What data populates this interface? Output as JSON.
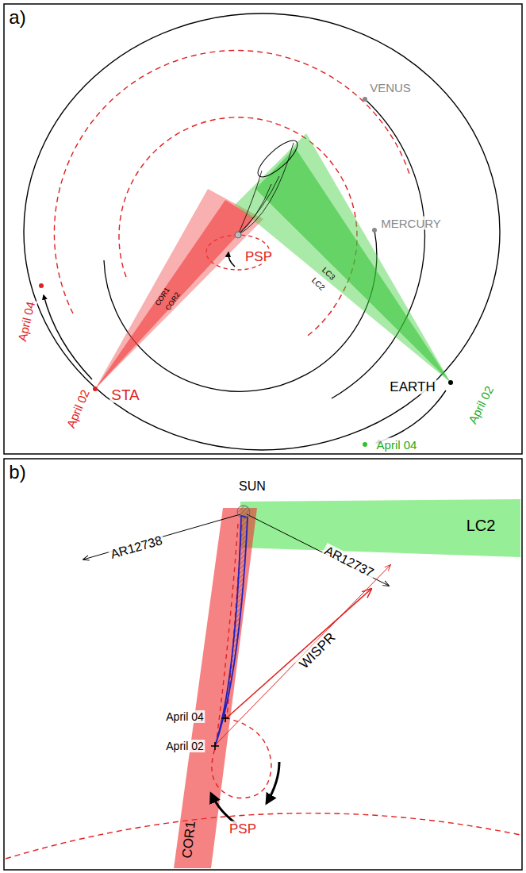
{
  "diagram": {
    "labels": [
      "a)",
      "VENUS",
      "MERCURY",
      "LC3",
      "LC2",
      "COR1",
      "COR2",
      "PSP",
      "April 04",
      "April 02",
      "STA",
      "EARTH",
      "April 02",
      "April 04",
      "b)",
      "SUN",
      "AR12738",
      "AR12737",
      "LC2",
      "WISPR",
      "April 04",
      "April 02",
      "PSP",
      "COR1"
    ]
  }
}
